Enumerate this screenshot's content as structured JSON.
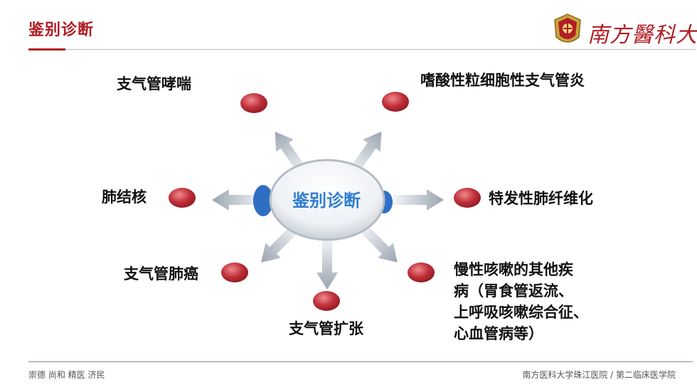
{
  "header": {
    "title": "鉴别诊断",
    "logo_text": "南方醫科大學"
  },
  "diagram": {
    "center": "鉴别诊断",
    "items": {
      "asthma": "支气管哮喘",
      "eosinophilic": "嗜酸性粒细胞性支气管炎",
      "tb": "肺结核",
      "ipf": "特发性肺纤维化",
      "lung_cancer": "支气管肺癌",
      "bronchiectasis": "支气管扩张",
      "other_line1": "慢性咳嗽的其他疾",
      "other_line2": "病（胃食管返流、",
      "other_line3": "上呼吸咳嗽综合征、",
      "other_line4": "心血管病等）"
    }
  },
  "footer": {
    "left": "崇德  尚和  精医  济民",
    "right": "南方医科大学珠江医院 / 第二临床医学院"
  },
  "colors": {
    "brand_red": "#b01d24",
    "center_text_blue": "#2f7fd3",
    "node_red": "#c0303a"
  }
}
